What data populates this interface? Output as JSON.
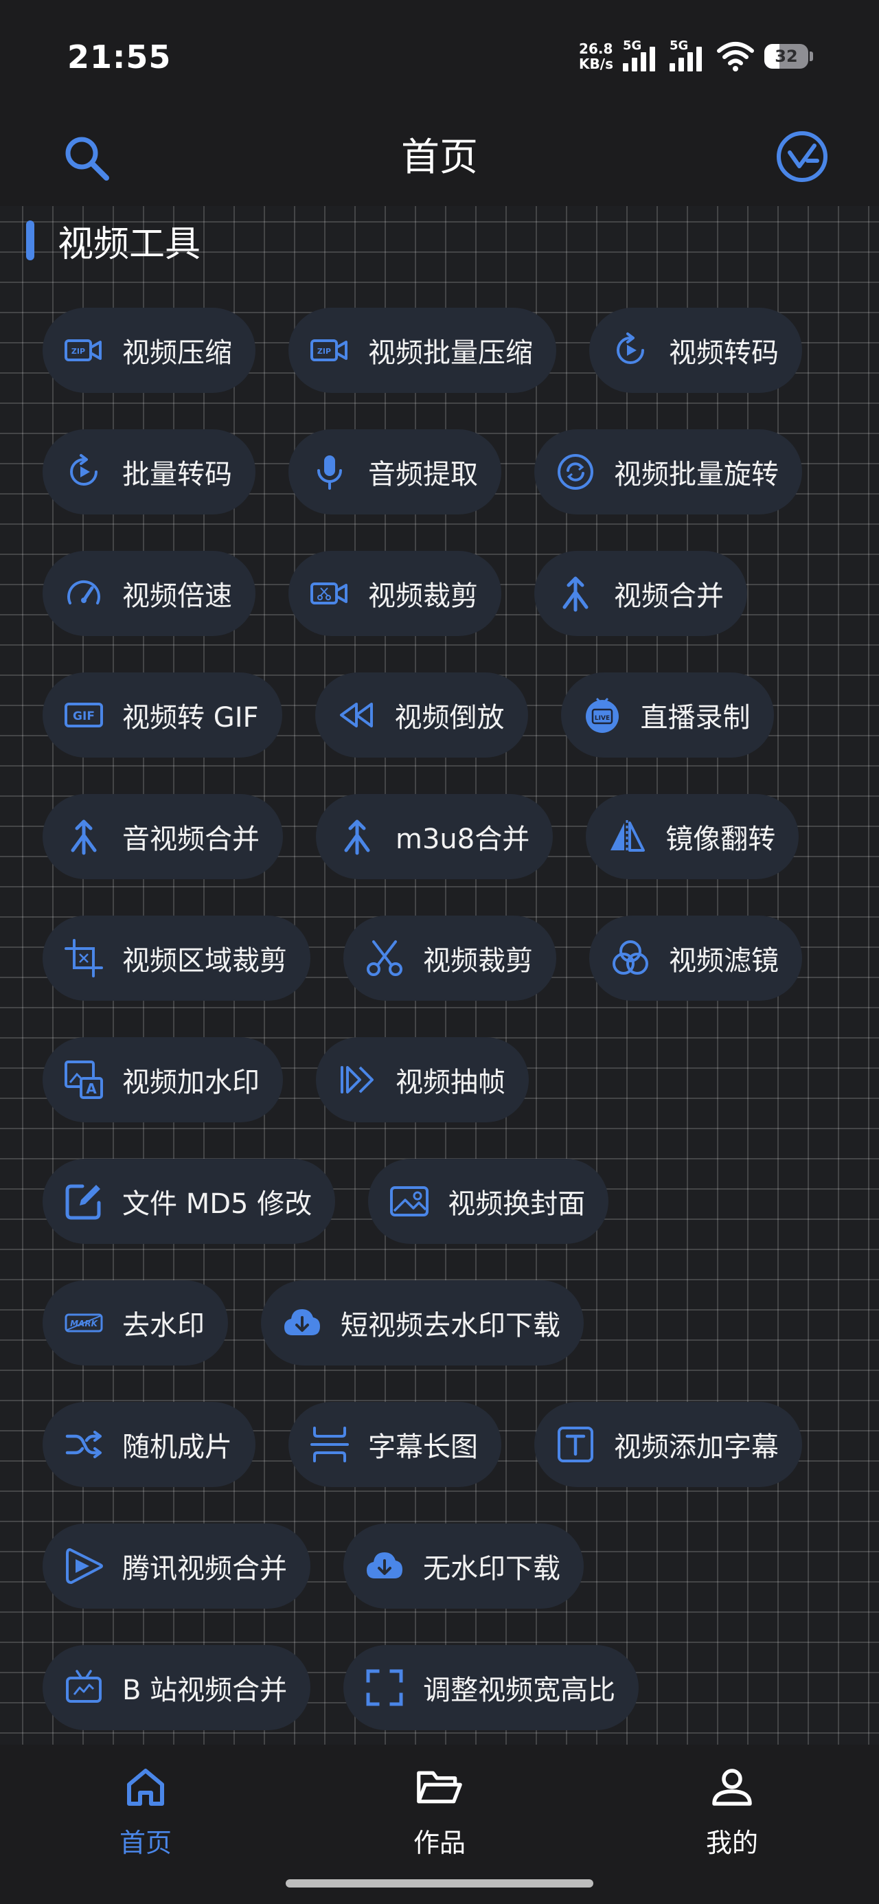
{
  "status_bar": {
    "time": "21:55",
    "net_speed_value": "26.8",
    "net_speed_unit": "KB/s",
    "sim1_type": "5G",
    "sim2_type": "5G",
    "battery_level": "32"
  },
  "header": {
    "title": "首页"
  },
  "section": {
    "title": "视频工具"
  },
  "tools": [
    {
      "label": "视频压缩",
      "icon": "zip-video-icon"
    },
    {
      "label": "视频批量压缩",
      "icon": "zip-video-icon"
    },
    {
      "label": "视频转码",
      "icon": "rotate-play-icon"
    },
    {
      "label": "批量转码",
      "icon": "rotate-play-icon"
    },
    {
      "label": "音频提取",
      "icon": "microphone-icon"
    },
    {
      "label": "视频批量旋转",
      "icon": "sync-circle-icon"
    },
    {
      "label": "视频倍速",
      "icon": "speedometer-icon"
    },
    {
      "label": "视频裁剪",
      "icon": "scissor-video-icon"
    },
    {
      "label": "视频合并",
      "icon": "merge-icon"
    },
    {
      "label": "视频转 GIF",
      "icon": "gif-icon"
    },
    {
      "label": "视频倒放",
      "icon": "rewind-icon"
    },
    {
      "label": "直播录制",
      "icon": "live-tv-icon"
    },
    {
      "label": "音视频合并",
      "icon": "merge-icon"
    },
    {
      "label": "m3u8合并",
      "icon": "merge-icon"
    },
    {
      "label": "镜像翻转",
      "icon": "mirror-flip-icon"
    },
    {
      "label": "视频区域裁剪",
      "icon": "crop-icon"
    },
    {
      "label": "视频裁剪",
      "icon": "scissors-icon"
    },
    {
      "label": "视频滤镜",
      "icon": "filter-circles-icon"
    },
    {
      "label": "视频加水印",
      "icon": "watermark-image-icon"
    },
    {
      "label": "视频抽帧",
      "icon": "frame-skip-icon"
    },
    {
      "label": "文件 MD5 修改",
      "icon": "edit-square-icon"
    },
    {
      "label": "视频换封面",
      "icon": "image-cover-icon"
    },
    {
      "label": "去水印",
      "icon": "mark-remove-icon"
    },
    {
      "label": "短视频去水印下载",
      "icon": "cloud-download-icon"
    },
    {
      "label": "随机成片",
      "icon": "shuffle-icon"
    },
    {
      "label": "字幕长图",
      "icon": "subtitle-long-image-icon"
    },
    {
      "label": "视频添加字幕",
      "icon": "text-box-icon"
    },
    {
      "label": "腾讯视频合并",
      "icon": "tencent-video-icon"
    },
    {
      "label": "无水印下载",
      "icon": "cloud-download-icon"
    },
    {
      "label": "B 站视频合并",
      "icon": "bilibili-tv-icon"
    },
    {
      "label": "调整视频宽高比",
      "icon": "aspect-ratio-icon"
    }
  ],
  "bottom_nav": [
    {
      "label": "首页",
      "icon": "home-icon",
      "active": true
    },
    {
      "label": "作品",
      "icon": "folder-open-icon",
      "active": false
    },
    {
      "label": "我的",
      "icon": "person-icon",
      "active": false
    }
  ],
  "colors": {
    "accent": "#4a86e8",
    "background": "#1c1c1e",
    "chip": "#252b36"
  }
}
